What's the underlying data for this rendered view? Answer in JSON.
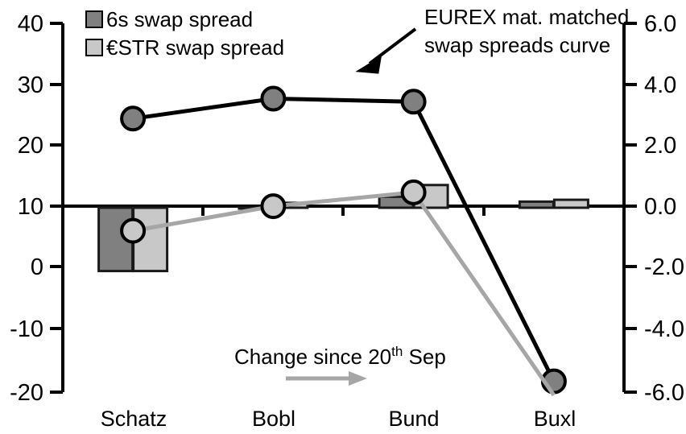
{
  "chart_data": {
    "type": "bar",
    "title": "",
    "subtitle": "",
    "xlabel": "",
    "ylabel": "",
    "categories": [
      "Schatz",
      "Bobl",
      "Bund",
      "Buxl"
    ],
    "grid": false,
    "legend_position": "top-left",
    "left_axis": {
      "label": "",
      "ylim": [
        -20,
        40
      ],
      "ticks": [
        -20,
        -10,
        0,
        10,
        20,
        30,
        40
      ],
      "tick_labels": [
        "-20",
        "-10",
        "0",
        "10",
        "20",
        "30",
        "40"
      ]
    },
    "right_axis": {
      "label": "",
      "ylim": [
        -6.0,
        6.0
      ],
      "ticks": [
        -6.0,
        -4.0,
        -2.0,
        0.0,
        2.0,
        4.0,
        6.0
      ],
      "tick_labels": [
        "-6.0",
        "-4.0",
        "-2.0",
        "0.0",
        "2.0",
        "4.0",
        "6.0"
      ]
    },
    "series": [
      {
        "name": "6s swap spread",
        "kind": "bar",
        "axis": "left",
        "color": "#808080",
        "values": [
          -10.3,
          0.0,
          1.8,
          1.0
        ]
      },
      {
        "name": "€STR swap spread",
        "kind": "bar",
        "axis": "left",
        "color": "#c8c8c8",
        "values": [
          -10.3,
          0.8,
          3.7,
          1.3
        ]
      },
      {
        "name": "EUREX mat. matched swap spreads curve",
        "kind": "line",
        "axis": "right",
        "color": "#000000",
        "marker_fill": "#808080",
        "values": [
          2.9,
          3.55,
          3.45,
          -5.65
        ]
      },
      {
        "name": "Change since 20th Sep",
        "kind": "line",
        "axis": "right",
        "color": "#a6a6a6",
        "marker_fill": "#c8c8c8",
        "values": [
          -0.75,
          0.05,
          0.5,
          -6.1
        ]
      }
    ]
  },
  "legend": {
    "items": [
      {
        "label": "6s swap spread",
        "color": "#808080"
      },
      {
        "label": "€STR swap spread",
        "color": "#c8c8c8"
      }
    ]
  },
  "annotations": {
    "callout": {
      "line1": "EUREX mat. matched",
      "line2": "swap spreads curve"
    },
    "change_note": {
      "text_before": "Change since 20",
      "superscript": "th",
      "text_after": " Sep"
    }
  }
}
